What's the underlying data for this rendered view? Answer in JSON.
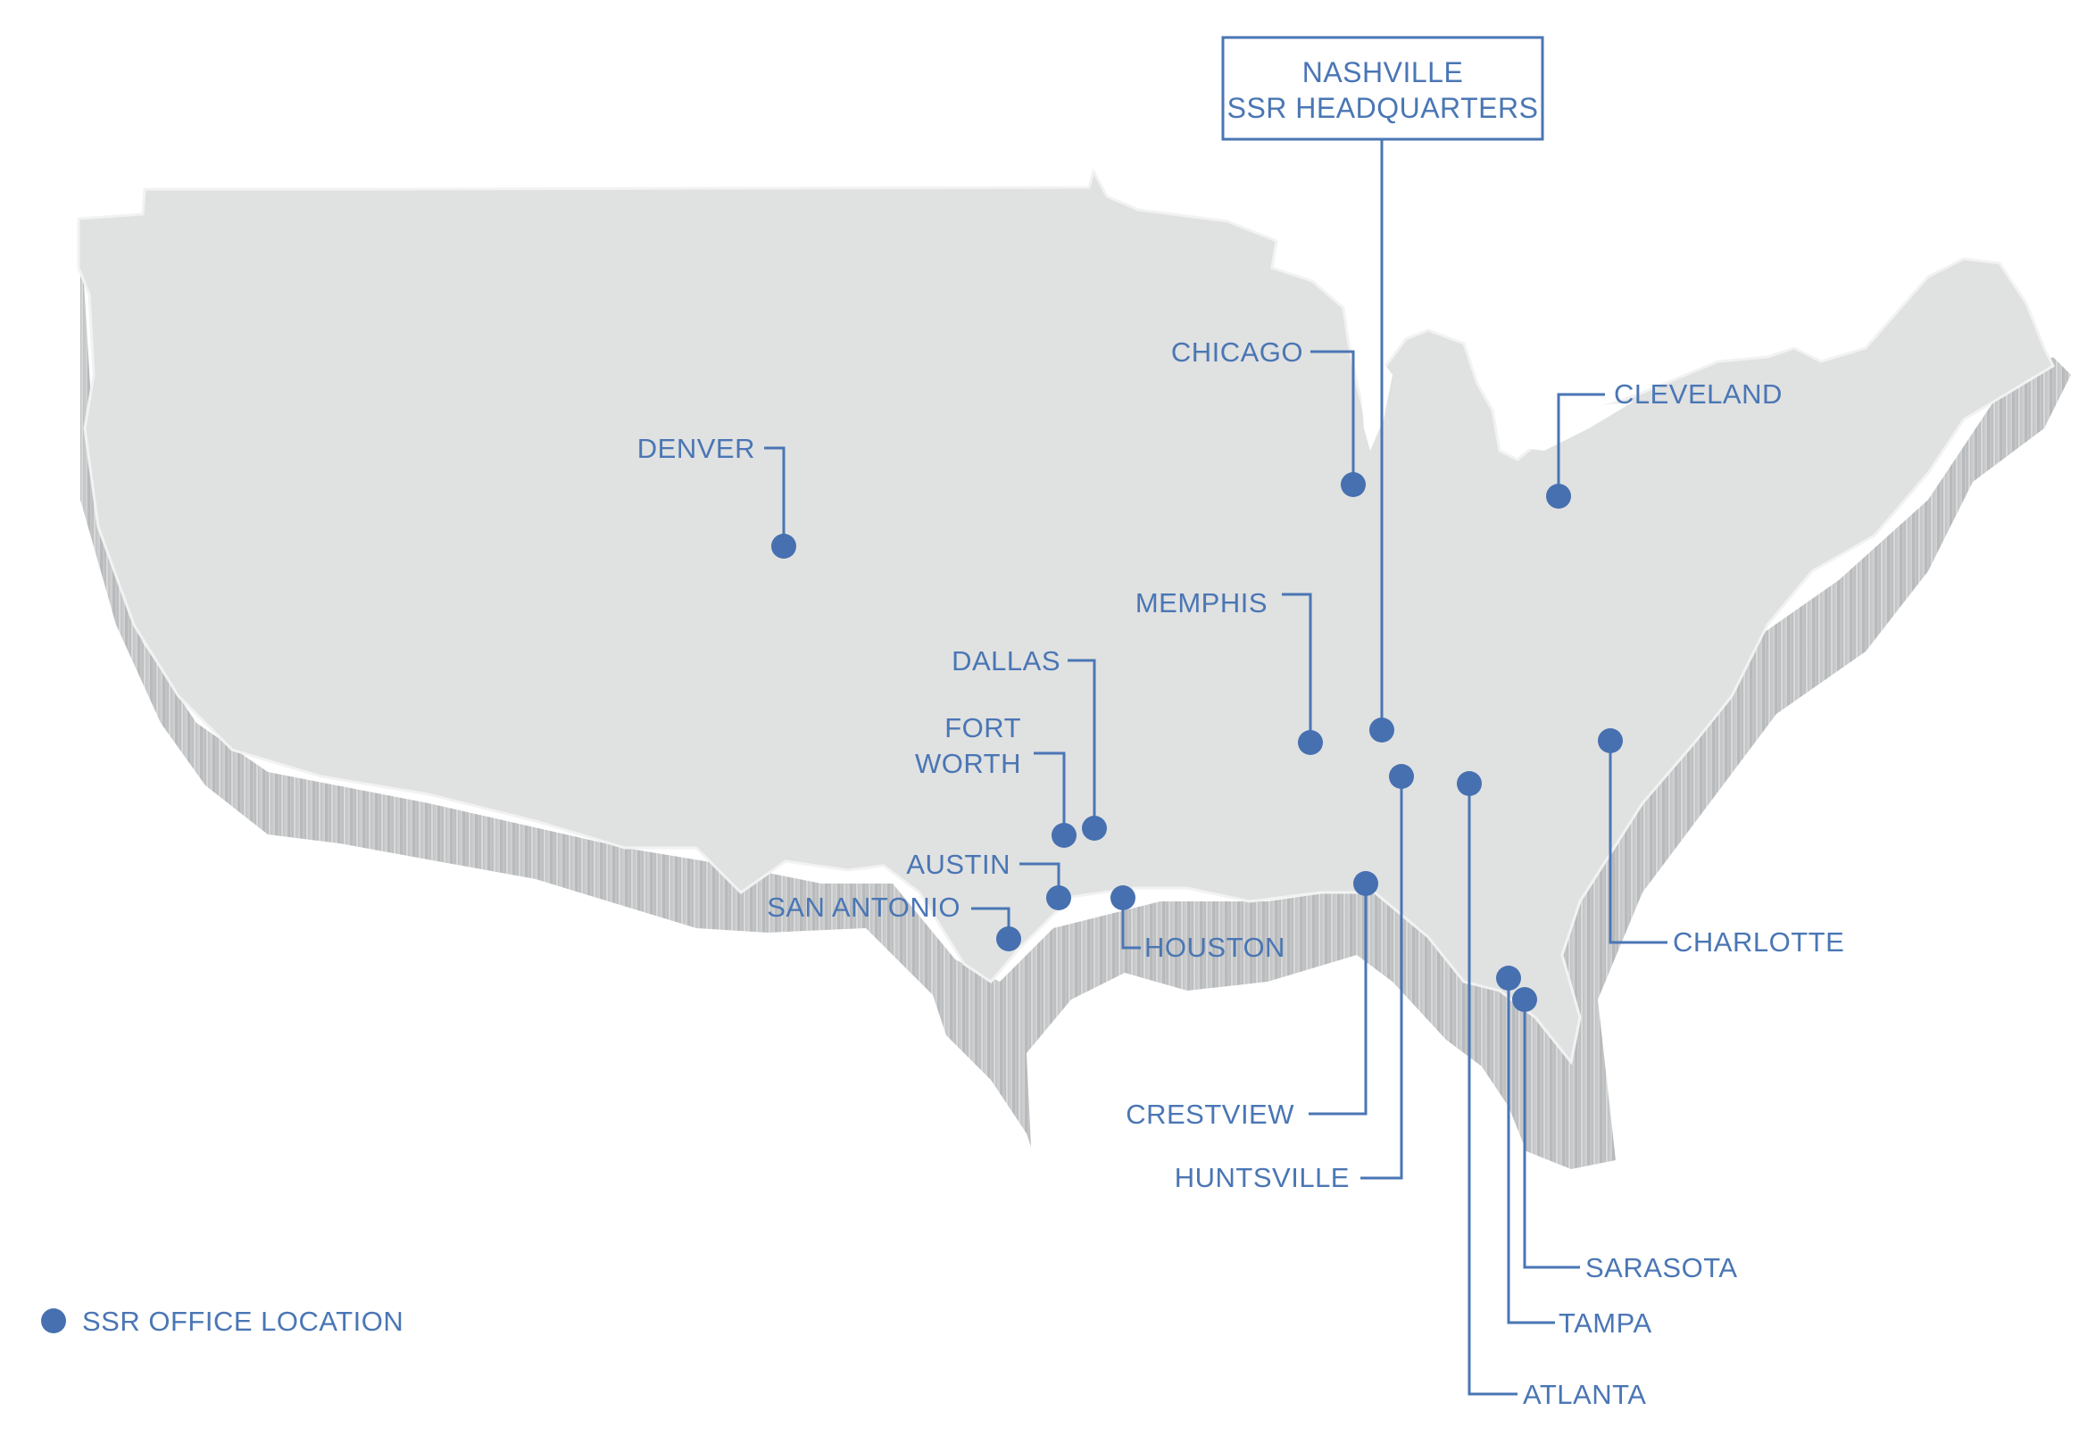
{
  "colors": {
    "land_top": "#e0e1e1",
    "land_side_light": "#d6d7d8",
    "land_side_dark": "#a9abad",
    "land_edge": "#f4f4f4",
    "accent": "#4a76b4",
    "marker": "#4670b0",
    "background": "#ffffff"
  },
  "headquarters": {
    "line1": "NASHVILLE",
    "line2": "SSR HEADQUARTERS"
  },
  "legend": {
    "label": "SSR OFFICE LOCATION",
    "icon": "dot-icon"
  },
  "locations": [
    {
      "id": "chicago",
      "label": "CHICAGO"
    },
    {
      "id": "cleveland",
      "label": "CLEVELAND"
    },
    {
      "id": "denver",
      "label": "DENVER"
    },
    {
      "id": "memphis",
      "label": "MEMPHIS"
    },
    {
      "id": "dallas",
      "label": "DALLAS"
    },
    {
      "id": "fort-worth",
      "label_line1": "FORT",
      "label_line2": "WORTH"
    },
    {
      "id": "austin",
      "label": "AUSTIN"
    },
    {
      "id": "san-antonio",
      "label": "SAN ANTONIO"
    },
    {
      "id": "houston",
      "label": "HOUSTON"
    },
    {
      "id": "charlotte",
      "label": "CHARLOTTE"
    },
    {
      "id": "crestview",
      "label": "CRESTVIEW"
    },
    {
      "id": "huntsville",
      "label": "HUNTSVILLE"
    },
    {
      "id": "sarasota",
      "label": "SARASOTA"
    },
    {
      "id": "tampa",
      "label": "TAMPA"
    },
    {
      "id": "atlanta",
      "label": "ATLANTA"
    }
  ]
}
